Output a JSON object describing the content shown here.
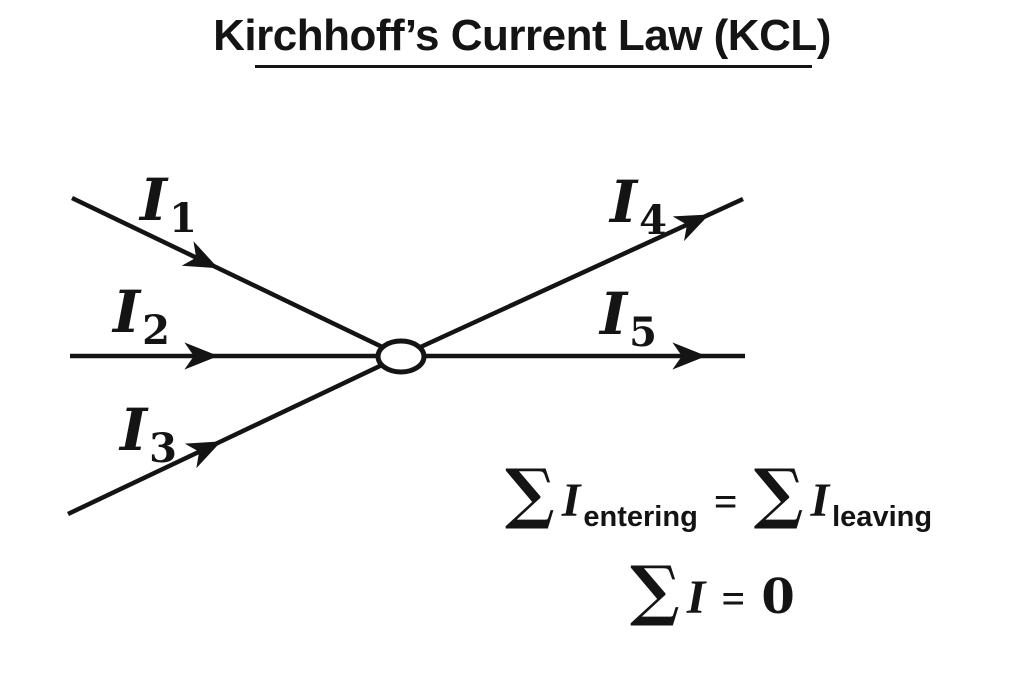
{
  "title": "Kirchhoff’s Current Law (KCL)",
  "colors": {
    "ink": "#141414",
    "background": "#ffffff"
  },
  "diagram": {
    "node": "junction-node",
    "currents": [
      {
        "name": "I1",
        "symbol": "I",
        "subscript": "1",
        "direction": "entering"
      },
      {
        "name": "I2",
        "symbol": "I",
        "subscript": "2",
        "direction": "entering"
      },
      {
        "name": "I3",
        "symbol": "I",
        "subscript": "3",
        "direction": "entering"
      },
      {
        "name": "I4",
        "symbol": "I",
        "subscript": "4",
        "direction": "leaving"
      },
      {
        "name": "I5",
        "symbol": "I",
        "subscript": "5",
        "direction": "leaving"
      }
    ]
  },
  "equations": {
    "balance": {
      "lhs": {
        "sum": "∑",
        "var": "I",
        "sub": "entering"
      },
      "relation": "=",
      "rhs": {
        "sum": "∑",
        "var": "I",
        "sub": "leaving"
      }
    },
    "net": {
      "sum": "∑",
      "var": "I",
      "relation": "=",
      "value": "0"
    }
  }
}
